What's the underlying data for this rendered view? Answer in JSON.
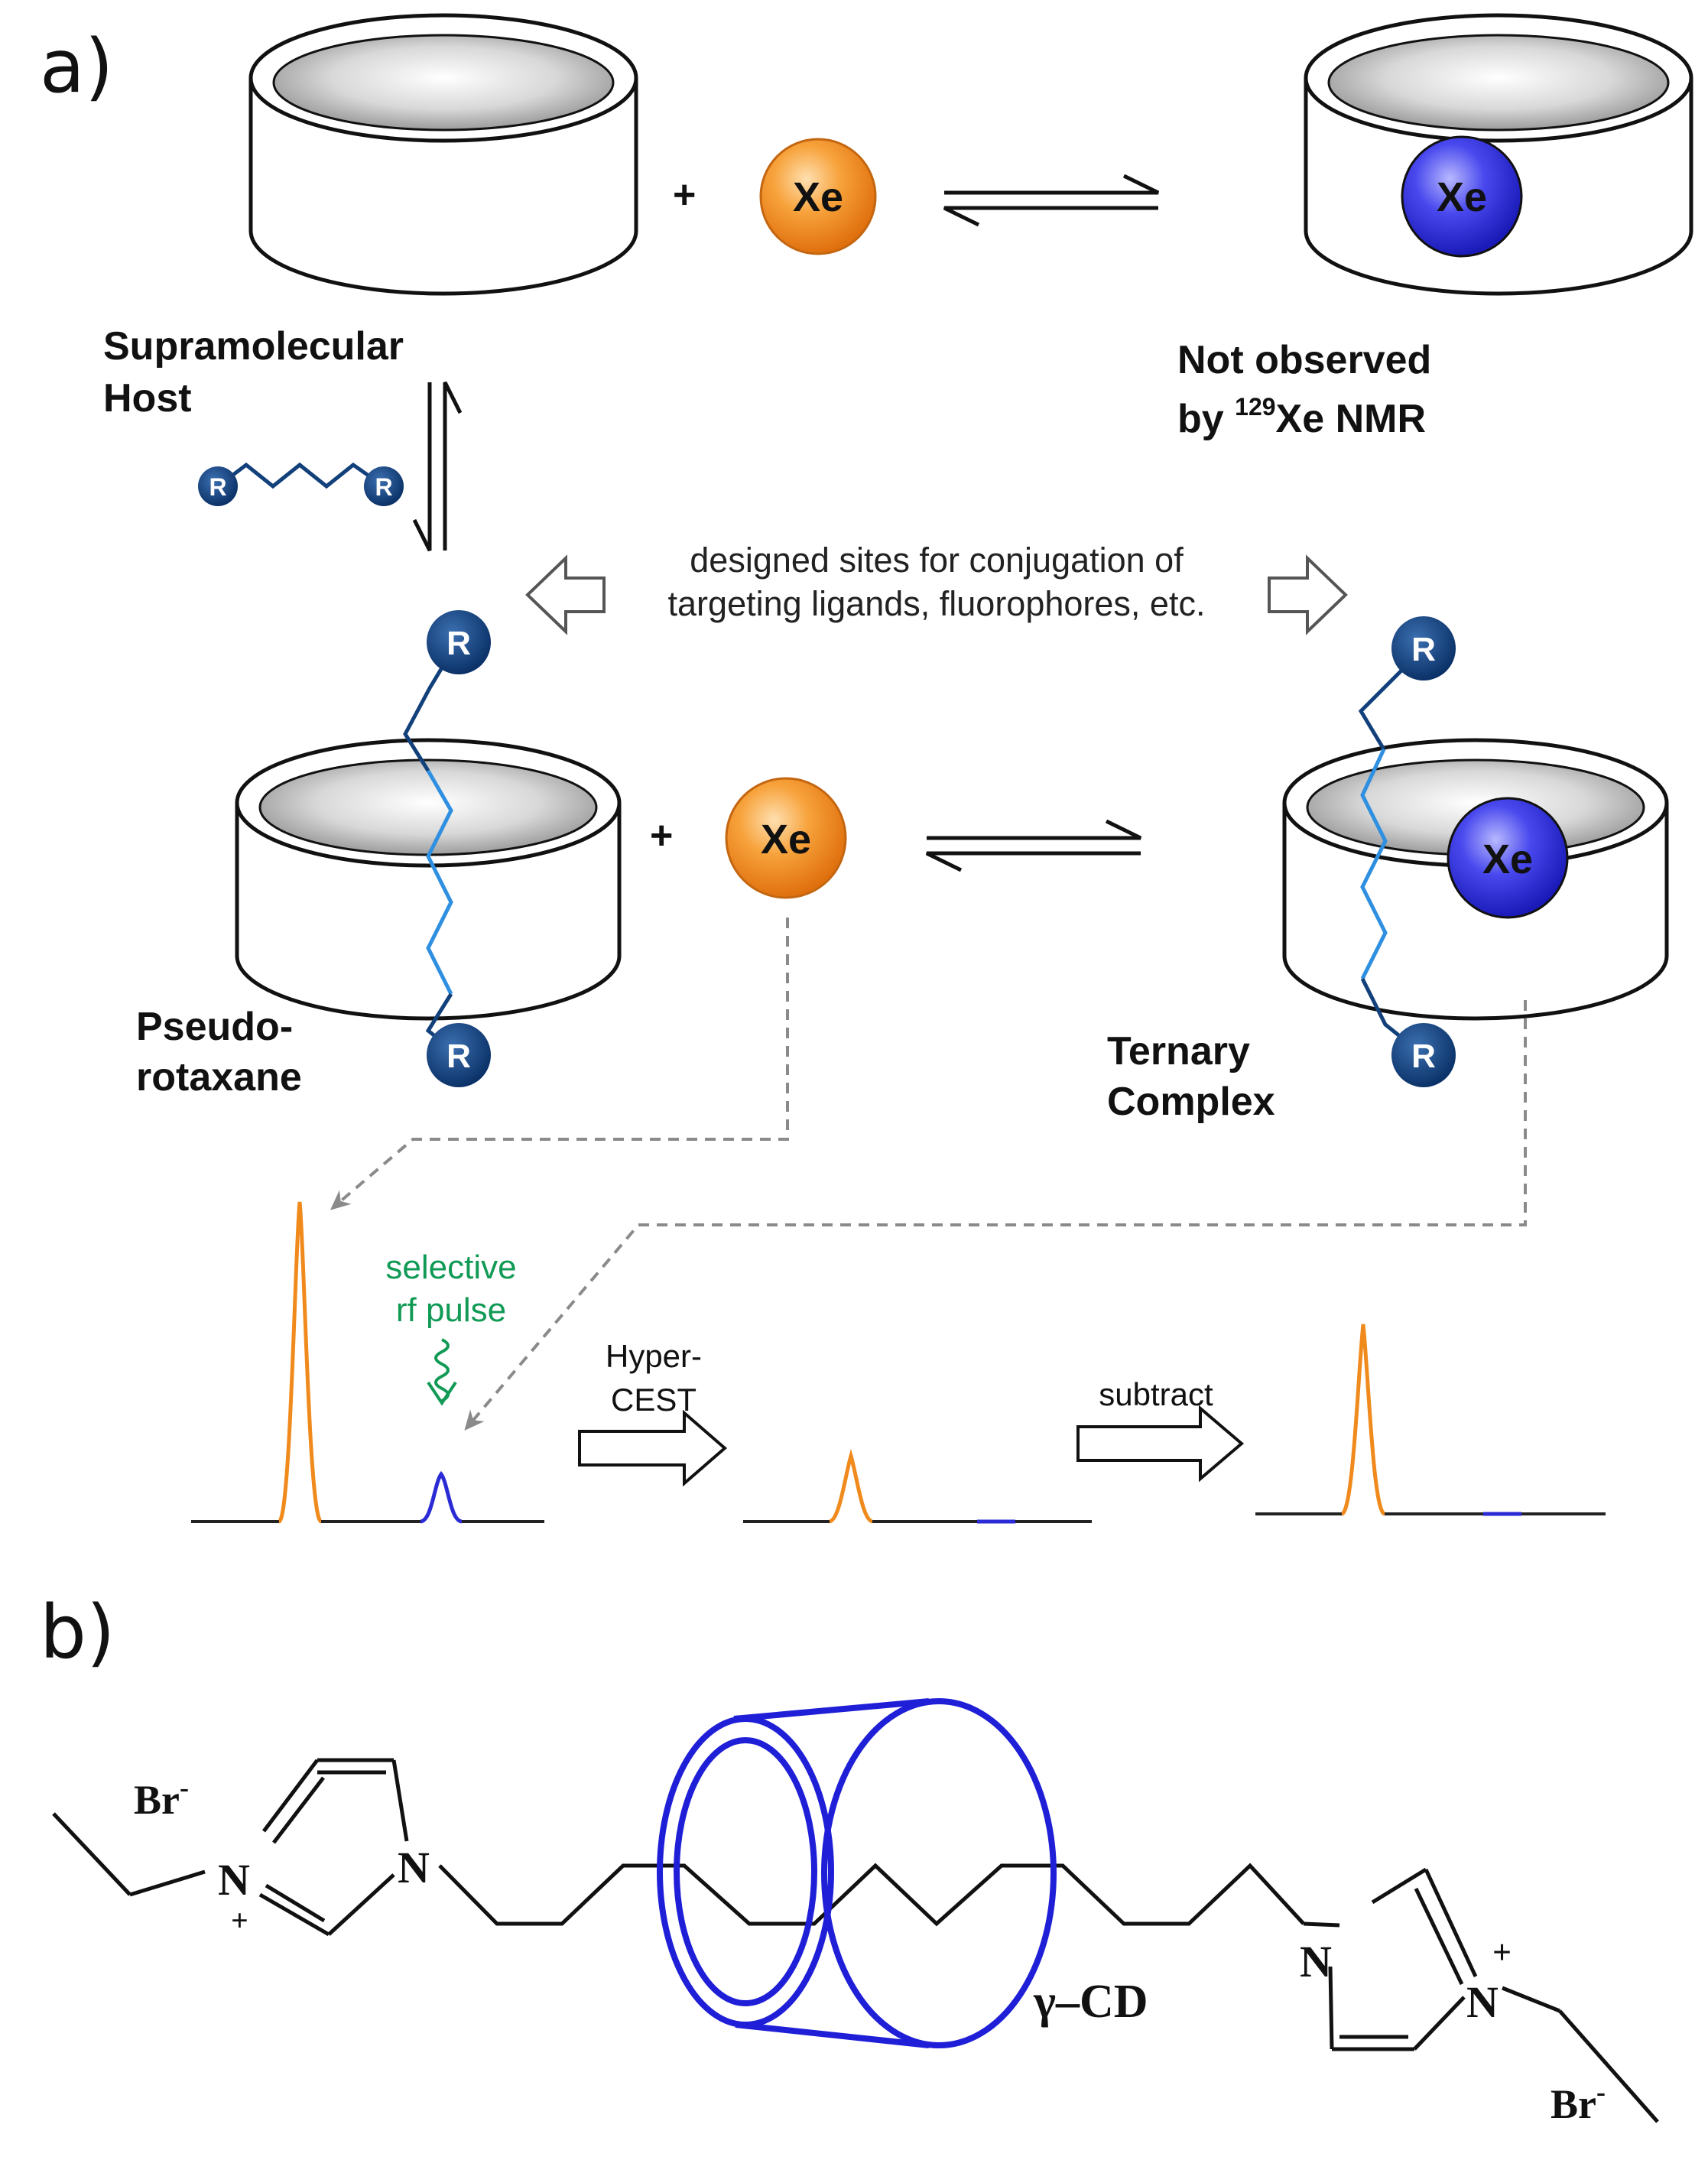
{
  "panel_a": {
    "label": "a)",
    "host_label_1": "Supramolecular",
    "host_label_2": "Host",
    "xe": "Xe",
    "plus": "+",
    "not_observed_1": "Not observed",
    "not_observed_2_prefix": "by ",
    "not_observed_2_sup": "129",
    "not_observed_2_suffix": "Xe NMR",
    "designed_1": "designed sites for conjugation of",
    "designed_2": "targeting ligands, fluorophores, etc.",
    "r": "R",
    "pseudo_1": "Pseudo-",
    "pseudo_2": "rotaxane",
    "ternary_1": "Ternary",
    "ternary_2": "Complex",
    "selective_1": "selective",
    "selective_2": "rf pulse",
    "hyper_1": "Hyper-",
    "hyper_2": "CEST",
    "subtract": "subtract"
  },
  "panel_b": {
    "label": "b)",
    "br": "Br",
    "minus": "-",
    "n": "N",
    "plus": "+",
    "gcd": "γ–CD"
  },
  "colors": {
    "xenon_free": "#f08a1c",
    "xenon_bound": "#2b2bd6",
    "r_group": "#12407a",
    "chain_light": "#2f8fe0",
    "cyclodextrin": "#1f1fd8",
    "green_text": "#119a55"
  }
}
